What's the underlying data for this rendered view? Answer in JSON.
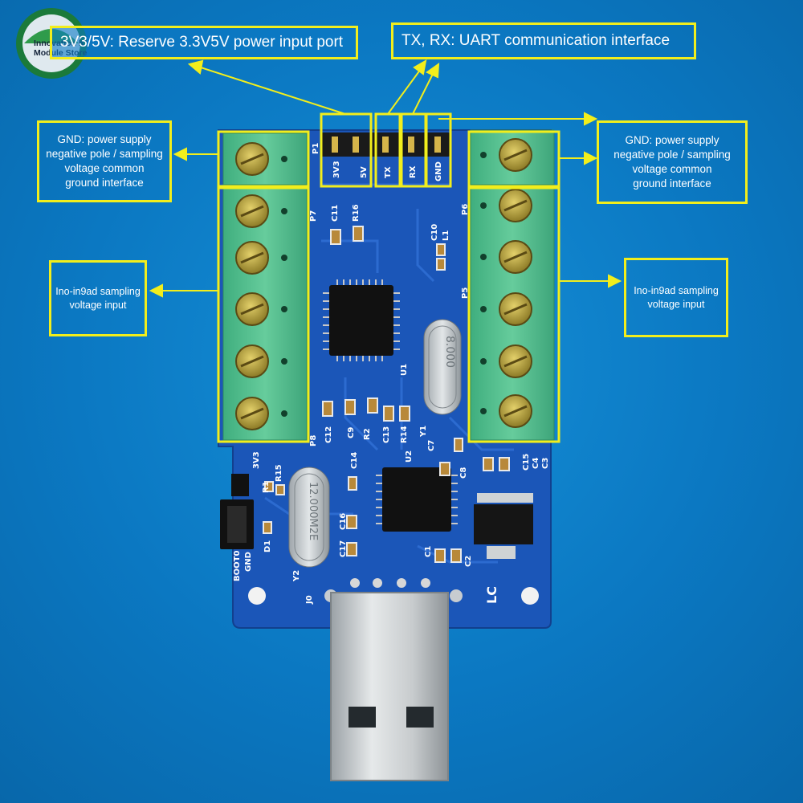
{
  "logo": {
    "line1": "Innovation IC",
    "line2": "Module Store"
  },
  "callouts": {
    "power": "3V3/5V: Reserve 3.3V5V power input port",
    "uart": "TX, RX: UART communication interface",
    "gnd_left": [
      "GND: power supply",
      "negative pole / sampling",
      "voltage common",
      "ground interface"
    ],
    "gnd_right": [
      "GND: power supply",
      "negative pole / sampling",
      "voltage common",
      "ground interface"
    ],
    "ain_left": [
      "Ino-in9ad sampling",
      "voltage input"
    ],
    "ain_right": [
      "Ino-in9ad sampling",
      "voltage input"
    ]
  },
  "pcb_labels": {
    "pin_3v3": "3V3",
    "pin_5v": "5V",
    "pin_tx": "TX",
    "pin_rx": "RX",
    "pin_gnd": "GND",
    "p1": "P1",
    "p5": "P5",
    "p6": "P6",
    "p7": "P7",
    "p8": "P8",
    "boot0": "BOOT0",
    "gnd_jumper": "GND",
    "j_3v3": "3V3",
    "y1": "Y1",
    "y2": "Y2",
    "u1": "U1",
    "u2": "U2",
    "j0": "J0",
    "lc": "LC",
    "crystal_y1": "8.000",
    "crystal_y2": "12.000M2E",
    "c11": "C11",
    "r16": "R16",
    "c10": "C10",
    "l1": "L1",
    "c12": "C12",
    "c9": "C9",
    "r2": "R2",
    "c13": "C13",
    "r14": "R14",
    "c7": "C7",
    "c8": "C8",
    "c14": "C14",
    "c15": "C15",
    "c4": "C4",
    "c3": "C3",
    "c16": "C16",
    "c17": "C17",
    "c1": "C1",
    "c2": "C2",
    "r1": "R1",
    "r15": "R15",
    "d1": "D1"
  },
  "colors": {
    "callout_border": "#f2ee1c",
    "background": "#0c79c4",
    "pcb": "#1b56b8",
    "terminal": "#4fbf8c"
  }
}
